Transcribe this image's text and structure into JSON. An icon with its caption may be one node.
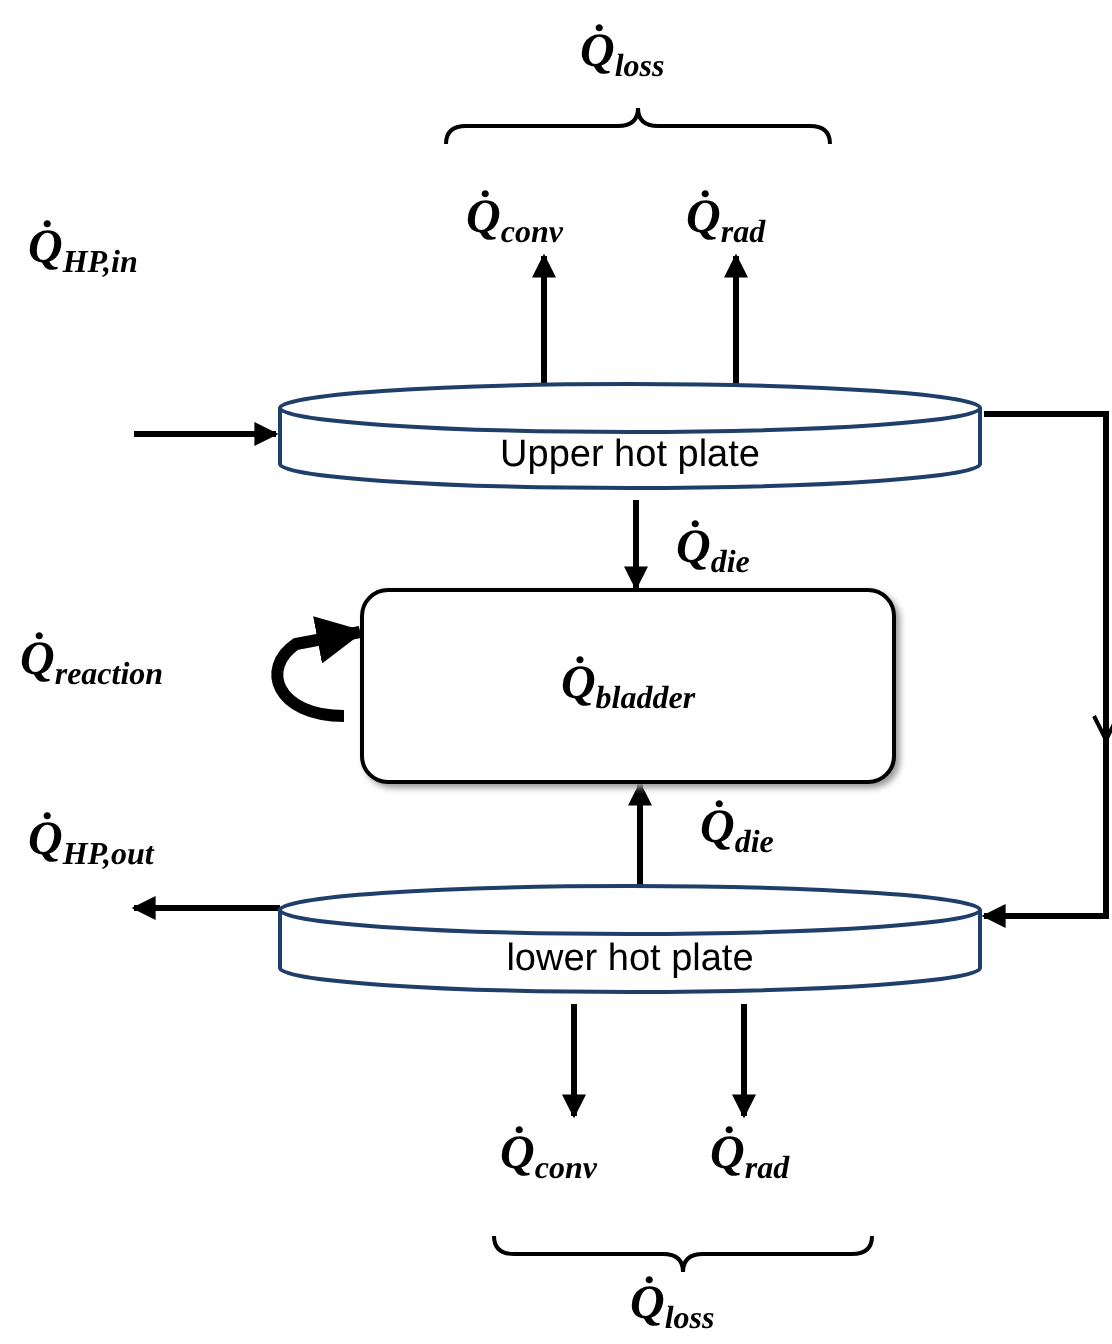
{
  "diagram": {
    "nodes": [
      {
        "text": [
          "Upper hot plate"
        ]
      },
      {
        "text": [
          "Q̇$_{bladder}$"
        ]
      },
      {
        "text": [
          "lower hot plate"
        ]
      },
      {
        "text": [
          "Q̇$_{conv}$"
        ]
      },
      {
        "text": [
          "Q̇$_{rad}$"
        ]
      },
      {
        "text": [
          "Q̇$_{conv}$"
        ]
      },
      {
        "text": [
          "Q̇$_{rad}$"
        ]
      }
    ],
    "edges": [
      {
        "from": 0,
        "to": 3,
        "arrow": "to"
      },
      {
        "from": 0,
        "to": 4,
        "arrow": "to"
      },
      {
        "from": null,
        "to": 0,
        "arrow": "to"
      },
      {
        "from": 0,
        "to": 1,
        "arrow": "to",
        "label": "Q̇$_{die}$"
      },
      {
        "from": 2,
        "to": 1,
        "arrow": "to",
        "label": "Q̇$_{die}$"
      },
      {
        "from": 0,
        "to": 2,
        "arrow": "to"
      },
      {
        "from": 2,
        "to": null,
        "arrow": "to"
      },
      {
        "from": 2,
        "to": 5,
        "arrow": "to"
      },
      {
        "from": 2,
        "to": 6,
        "arrow": "to"
      },
      {
        "from": null,
        "to": 1,
        "arrow": "to",
        "style": "thick"
      }
    ],
    "labels": [
      "Q̇$_{loss}$",
      "Q̇$_{HP,in}$",
      "Q̇$_{reaction}$",
      "Q̇$_{HP,out}$",
      "Q̇$_{loss}$"
    ]
  }
}
